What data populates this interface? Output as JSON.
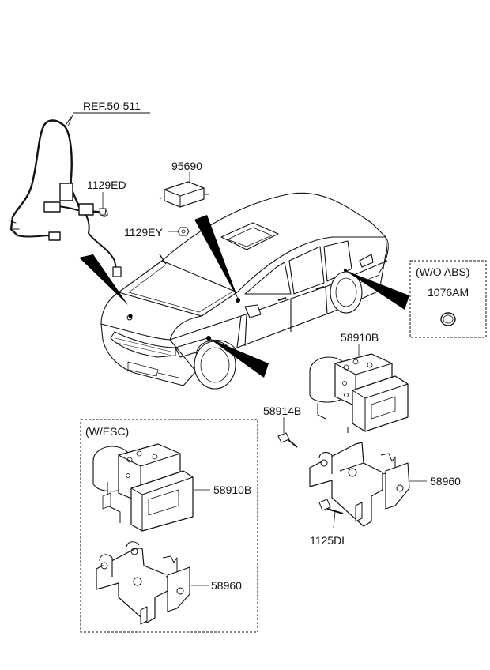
{
  "labels": {
    "ref": "REF.50-511",
    "p1129ed": "1129ED",
    "p95690": "95690",
    "p1129ey": "1129EY",
    "wo_abs": "(W/O ABS)",
    "p1076am": "1076AM",
    "p58910b_top": "58910B",
    "p58914b": "58914B",
    "w_esc": "(W/ESC)",
    "p58910b_esc": "58910B",
    "p58960": "58960",
    "p1125dl": "1125DL",
    "p58960_esc": "58960"
  },
  "colors": {
    "line": "#111111",
    "fill_dark": "#000000",
    "bg": "#ffffff"
  }
}
